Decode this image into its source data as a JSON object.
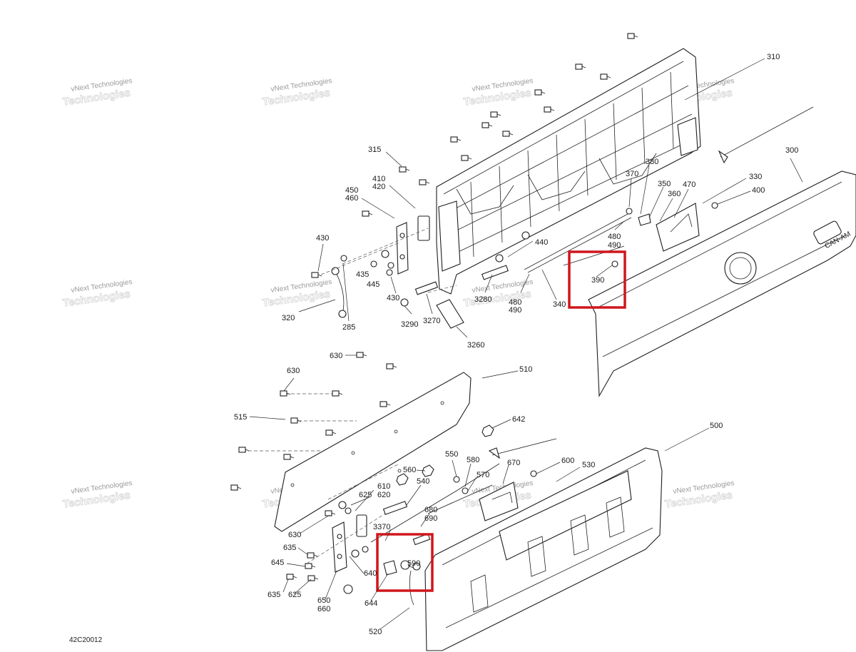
{
  "diagram": {
    "reference_code": "42C20012",
    "brand_logo": "CAN-AM",
    "highlight_color": "#d0161c",
    "watermark": {
      "line1": "vNext Technologies",
      "line2": "Technologies"
    },
    "callouts": [
      {
        "id": "310",
        "text": "310"
      },
      {
        "id": "300",
        "text": "300"
      },
      {
        "id": "315",
        "text": "315"
      },
      {
        "id": "410",
        "text": "410"
      },
      {
        "id": "420",
        "text": "420"
      },
      {
        "id": "450",
        "text": "450"
      },
      {
        "id": "460",
        "text": "460"
      },
      {
        "id": "430a",
        "text": "430"
      },
      {
        "id": "435",
        "text": "435"
      },
      {
        "id": "445",
        "text": "445"
      },
      {
        "id": "430b",
        "text": "430"
      },
      {
        "id": "320",
        "text": "320"
      },
      {
        "id": "285",
        "text": "285"
      },
      {
        "id": "3290",
        "text": "3290"
      },
      {
        "id": "3270",
        "text": "3270"
      },
      {
        "id": "3260",
        "text": "3260"
      },
      {
        "id": "3280",
        "text": "3280"
      },
      {
        "id": "440",
        "text": "440"
      },
      {
        "id": "480a",
        "text": "480"
      },
      {
        "id": "490a",
        "text": "490"
      },
      {
        "id": "480b",
        "text": "480"
      },
      {
        "id": "490b",
        "text": "490"
      },
      {
        "id": "340",
        "text": "340"
      },
      {
        "id": "390",
        "text": "390"
      },
      {
        "id": "370",
        "text": "370"
      },
      {
        "id": "380",
        "text": "380"
      },
      {
        "id": "350",
        "text": "350"
      },
      {
        "id": "360",
        "text": "360"
      },
      {
        "id": "470",
        "text": "470"
      },
      {
        "id": "330",
        "text": "330"
      },
      {
        "id": "400",
        "text": "400"
      },
      {
        "id": "630a",
        "text": "630"
      },
      {
        "id": "510",
        "text": "510"
      },
      {
        "id": "630b",
        "text": "630"
      },
      {
        "id": "515",
        "text": "515"
      },
      {
        "id": "642",
        "text": "642"
      },
      {
        "id": "500",
        "text": "500"
      },
      {
        "id": "550",
        "text": "550"
      },
      {
        "id": "580",
        "text": "580"
      },
      {
        "id": "670",
        "text": "670"
      },
      {
        "id": "600",
        "text": "600"
      },
      {
        "id": "530",
        "text": "530"
      },
      {
        "id": "560",
        "text": "560"
      },
      {
        "id": "570",
        "text": "570"
      },
      {
        "id": "540",
        "text": "540"
      },
      {
        "id": "610",
        "text": "610"
      },
      {
        "id": "620",
        "text": "620"
      },
      {
        "id": "625a",
        "text": "625"
      },
      {
        "id": "680",
        "text": "680"
      },
      {
        "id": "690",
        "text": "690"
      },
      {
        "id": "3370",
        "text": "3370"
      },
      {
        "id": "630c",
        "text": "630"
      },
      {
        "id": "635a",
        "text": "635"
      },
      {
        "id": "645",
        "text": "645"
      },
      {
        "id": "590",
        "text": "590"
      },
      {
        "id": "640",
        "text": "640"
      },
      {
        "id": "635b",
        "text": "635"
      },
      {
        "id": "625b",
        "text": "625"
      },
      {
        "id": "650",
        "text": "650"
      },
      {
        "id": "660",
        "text": "660"
      },
      {
        "id": "644",
        "text": "644"
      },
      {
        "id": "520",
        "text": "520"
      }
    ]
  }
}
